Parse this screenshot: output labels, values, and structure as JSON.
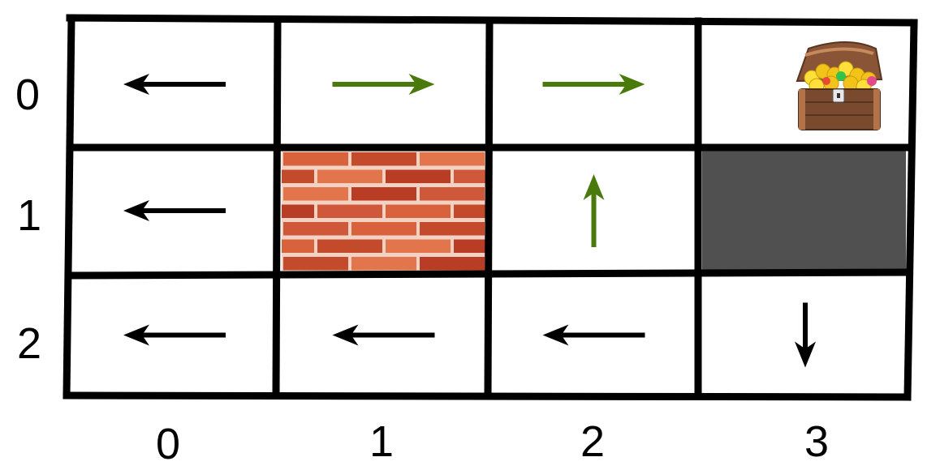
{
  "row_labels": [
    "0",
    "1",
    "2"
  ],
  "col_labels": [
    "0",
    "1",
    "2",
    "3"
  ],
  "colors": {
    "grid_line": "#000000",
    "arrow_black": "#000000",
    "arrow_green": "#4a7a0c",
    "dark_cell": "#505050",
    "brick_mortar": "#f3d2c4",
    "brick_base": "#d8623c"
  },
  "grid": {
    "cells": [
      [
        {
          "type": "arrow",
          "dir": "left",
          "color": "black"
        },
        {
          "type": "arrow",
          "dir": "right",
          "color": "green"
        },
        {
          "type": "arrow",
          "dir": "right",
          "color": "green"
        },
        {
          "type": "treasure",
          "icon": "treasure-chest-icon"
        }
      ],
      [
        {
          "type": "arrow",
          "dir": "left",
          "color": "black"
        },
        {
          "type": "wall",
          "icon": "brick-wall-icon"
        },
        {
          "type": "arrow",
          "dir": "up",
          "color": "green"
        },
        {
          "type": "dark"
        }
      ],
      [
        {
          "type": "arrow",
          "dir": "left",
          "color": "black"
        },
        {
          "type": "arrow",
          "dir": "left",
          "color": "black"
        },
        {
          "type": "arrow",
          "dir": "left",
          "color": "black"
        },
        {
          "type": "arrow",
          "dir": "down",
          "color": "black"
        }
      ]
    ]
  }
}
